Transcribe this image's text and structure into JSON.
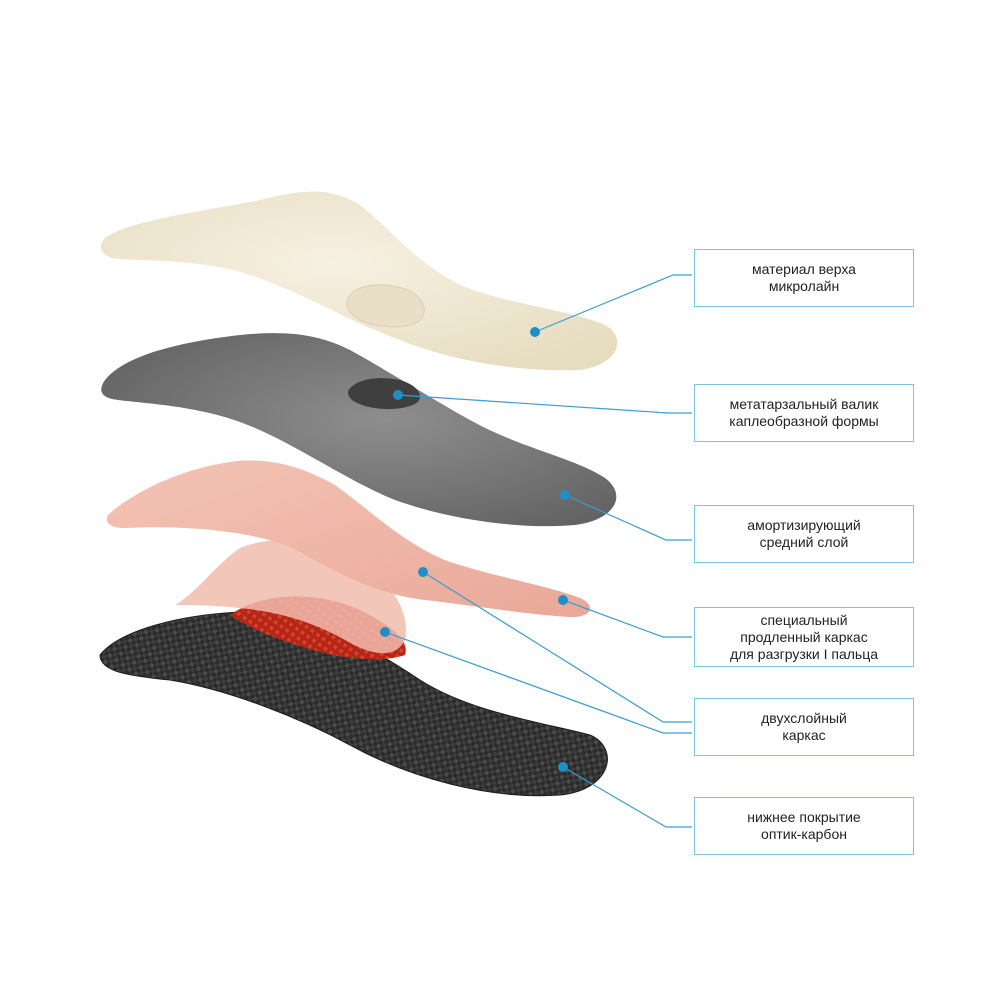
{
  "accent_color": "#1f8fc7",
  "line_color": "#3a9fd0",
  "box_border_color": "#7fc4dd",
  "layers": [
    {
      "name": "top-microline",
      "color": "#efe6cf"
    },
    {
      "name": "gray-shock-layer",
      "color": "#7f7f7f"
    },
    {
      "name": "pink-frame",
      "color": "#f0b7a8"
    },
    {
      "name": "red-carbon-frame",
      "color": "#c8321f"
    },
    {
      "name": "bottom-optic-carbon",
      "color": "#2e2e2e"
    }
  ],
  "labels": [
    {
      "line1": "материал верха",
      "line2": "микролайн",
      "line3": ""
    },
    {
      "line1": "метатарзальный валик",
      "line2": "каплеобразной формы",
      "line3": ""
    },
    {
      "line1": "амортизирующий",
      "line2": "средний слой",
      "line3": ""
    },
    {
      "line1": "специальный",
      "line2": "продленный каркас",
      "line3": "для разгрузки I пальца"
    },
    {
      "line1": "двухслойный",
      "line2": "каркас",
      "line3": ""
    },
    {
      "line1": "нижнее покрытие",
      "line2": "оптик-карбон",
      "line3": ""
    }
  ]
}
